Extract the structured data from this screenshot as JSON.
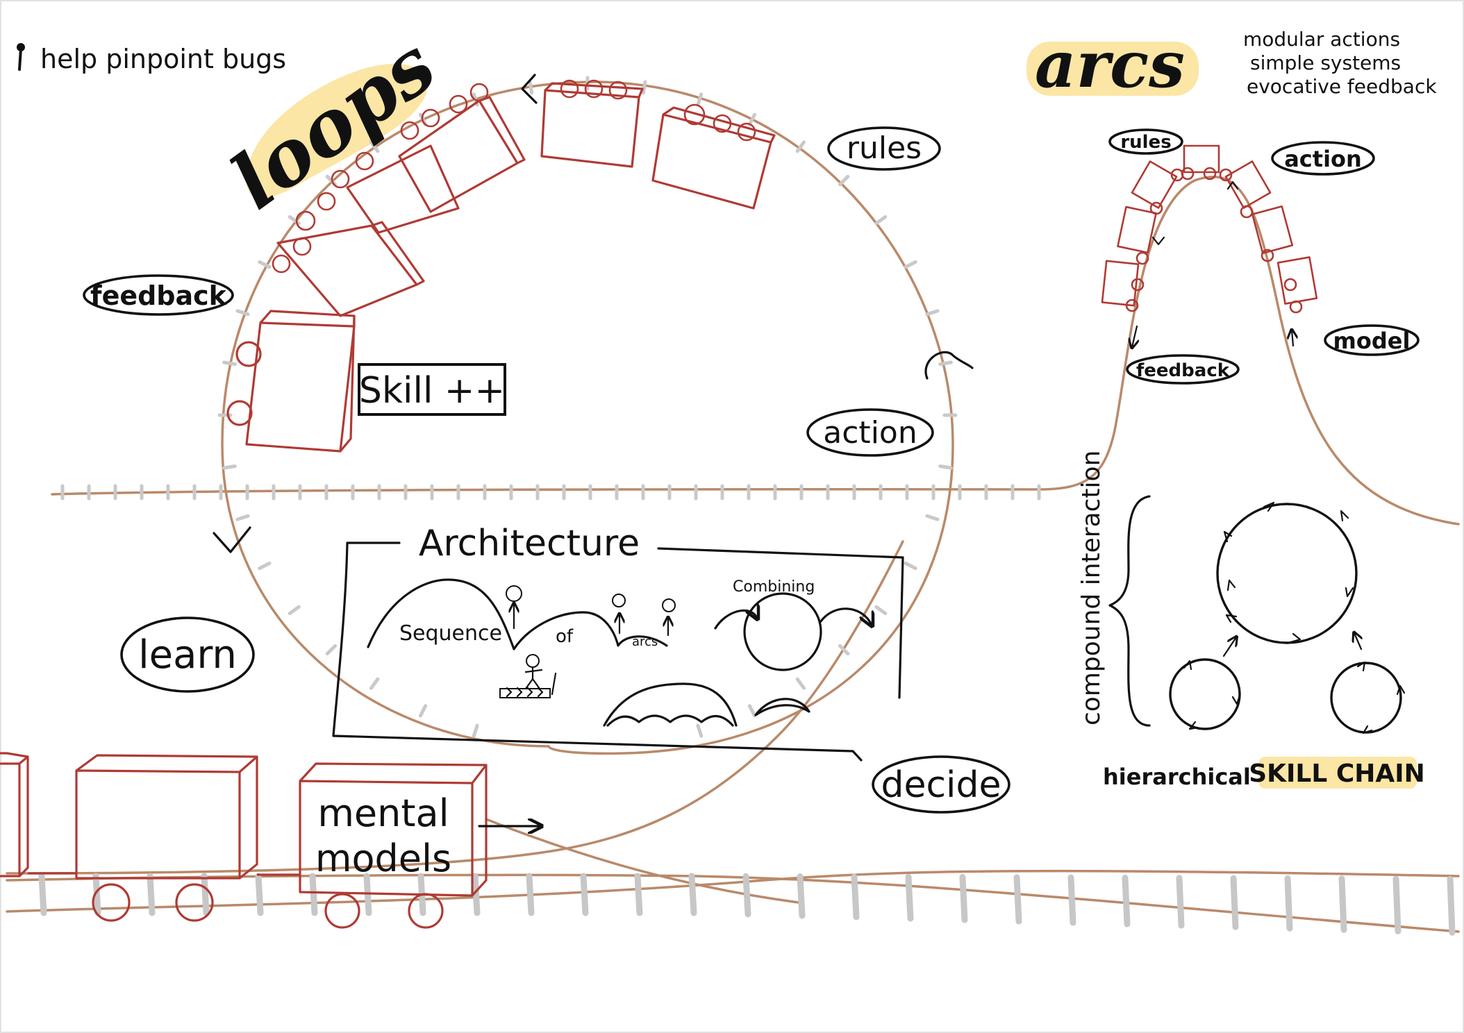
{
  "note": "help pinpoint bugs",
  "loops_heading": "loops",
  "arcs_heading": "arcs",
  "arcs_notes": [
    "modular actions",
    "simple systems",
    "evocative feedback"
  ],
  "loop_labels": {
    "rules": "rules",
    "feedback": "feedback",
    "action": "action",
    "learn": "learn",
    "decide": "decide",
    "skill": "Skill ++",
    "mental_models": [
      "mental",
      "models"
    ]
  },
  "arc_labels": {
    "rules": "rules",
    "action": "action",
    "feedback": "feedback",
    "model": "model"
  },
  "architecture": {
    "title": "Architecture",
    "sequence": "Sequence",
    "of": "of",
    "arcs": "arcs",
    "combining": "Combining"
  },
  "skill_chain": {
    "compound": "compound interaction",
    "hierarchical": "hierarchical",
    "title": "SKILL CHAIN"
  },
  "colors": {
    "track": "#b98a6a",
    "tie": "#c7c7c7",
    "car": "#b03a34",
    "highlight": "#fbe6a6",
    "ink": "#111111"
  }
}
